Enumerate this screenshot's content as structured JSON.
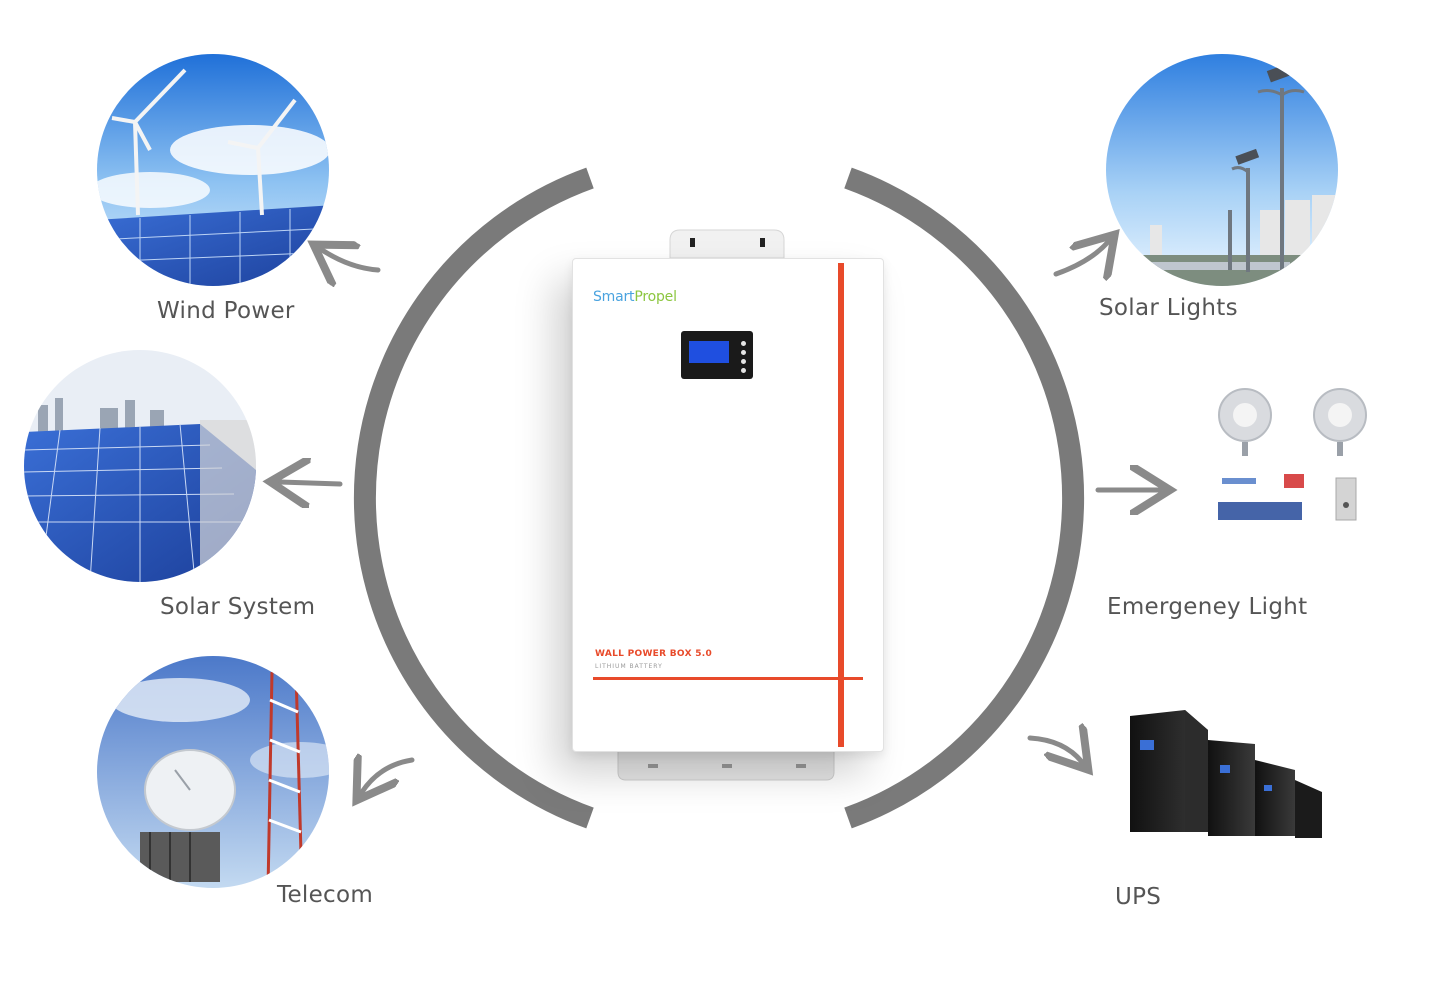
{
  "applications": {
    "wind_power": "Wind Power",
    "solar_system": "Solar System",
    "telecom": "Telecom",
    "solar_lights": "Solar Lights",
    "emergency_light": "Emergeney Light",
    "ups": "UPS"
  },
  "device": {
    "brand_part1": "Smart",
    "brand_part2": "Propel",
    "model": "WALL POWER BOX 5.0",
    "model_sub": "LITHIUM BATTERY"
  },
  "colors": {
    "ring": "#7a7a7a",
    "arrow": "#8a8a8a",
    "accent": "#e84a2a",
    "lcd_screen": "#1f4fe0",
    "label_text": "#555555"
  },
  "icons": {
    "wind": "wind-turbine-photo",
    "solar_system": "solar-panel-photo",
    "telecom": "satellite-dish-tower-photo",
    "solar_lights": "street-light-photo",
    "emergency": "emergency-lamp-photo",
    "ups": "ups-cabinet-photo"
  }
}
